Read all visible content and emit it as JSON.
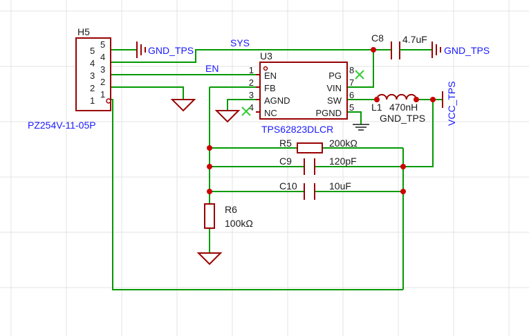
{
  "header": {
    "connector_ref": "H5",
    "connector_part": "PZ254V-11-05P",
    "connector_pins": [
      "5",
      "4",
      "3",
      "2",
      "1"
    ]
  },
  "u3": {
    "ref": "U3",
    "part": "TPS62823DLCR",
    "left_pins": [
      {
        "num": "1",
        "name": "EN"
      },
      {
        "num": "2",
        "name": "FB"
      },
      {
        "num": "3",
        "name": "AGND"
      },
      {
        "num": "4",
        "name": "NC"
      }
    ],
    "right_pins": [
      {
        "num": "8",
        "name": "PG"
      },
      {
        "num": "7",
        "name": "VIN"
      },
      {
        "num": "6",
        "name": "SW"
      },
      {
        "num": "5",
        "name": "PGND"
      }
    ]
  },
  "nets": {
    "sys": "SYS",
    "en": "EN",
    "gnd_top": "GND_TPS",
    "gnd_c8": "GND_TPS",
    "gnd_pgnd": "GND_TPS",
    "vcc": "VCC_TPS"
  },
  "components": {
    "c8": {
      "ref": "C8",
      "value": "4.7uF"
    },
    "l1": {
      "ref": "L1",
      "value": "470nH"
    },
    "r5": {
      "ref": "R5",
      "value": "200kΩ"
    },
    "c9": {
      "ref": "C9",
      "value": "120pF"
    },
    "c10": {
      "ref": "C10",
      "value": "10uF"
    },
    "r6": {
      "ref": "R6",
      "value": "100kΩ"
    }
  },
  "colors": {
    "wire": "#009900",
    "component": "#990000",
    "junction": "#cc0000",
    "net_label": "#1a1aff",
    "no_connect": "#33cc33",
    "grid": "#e3e3e3"
  }
}
